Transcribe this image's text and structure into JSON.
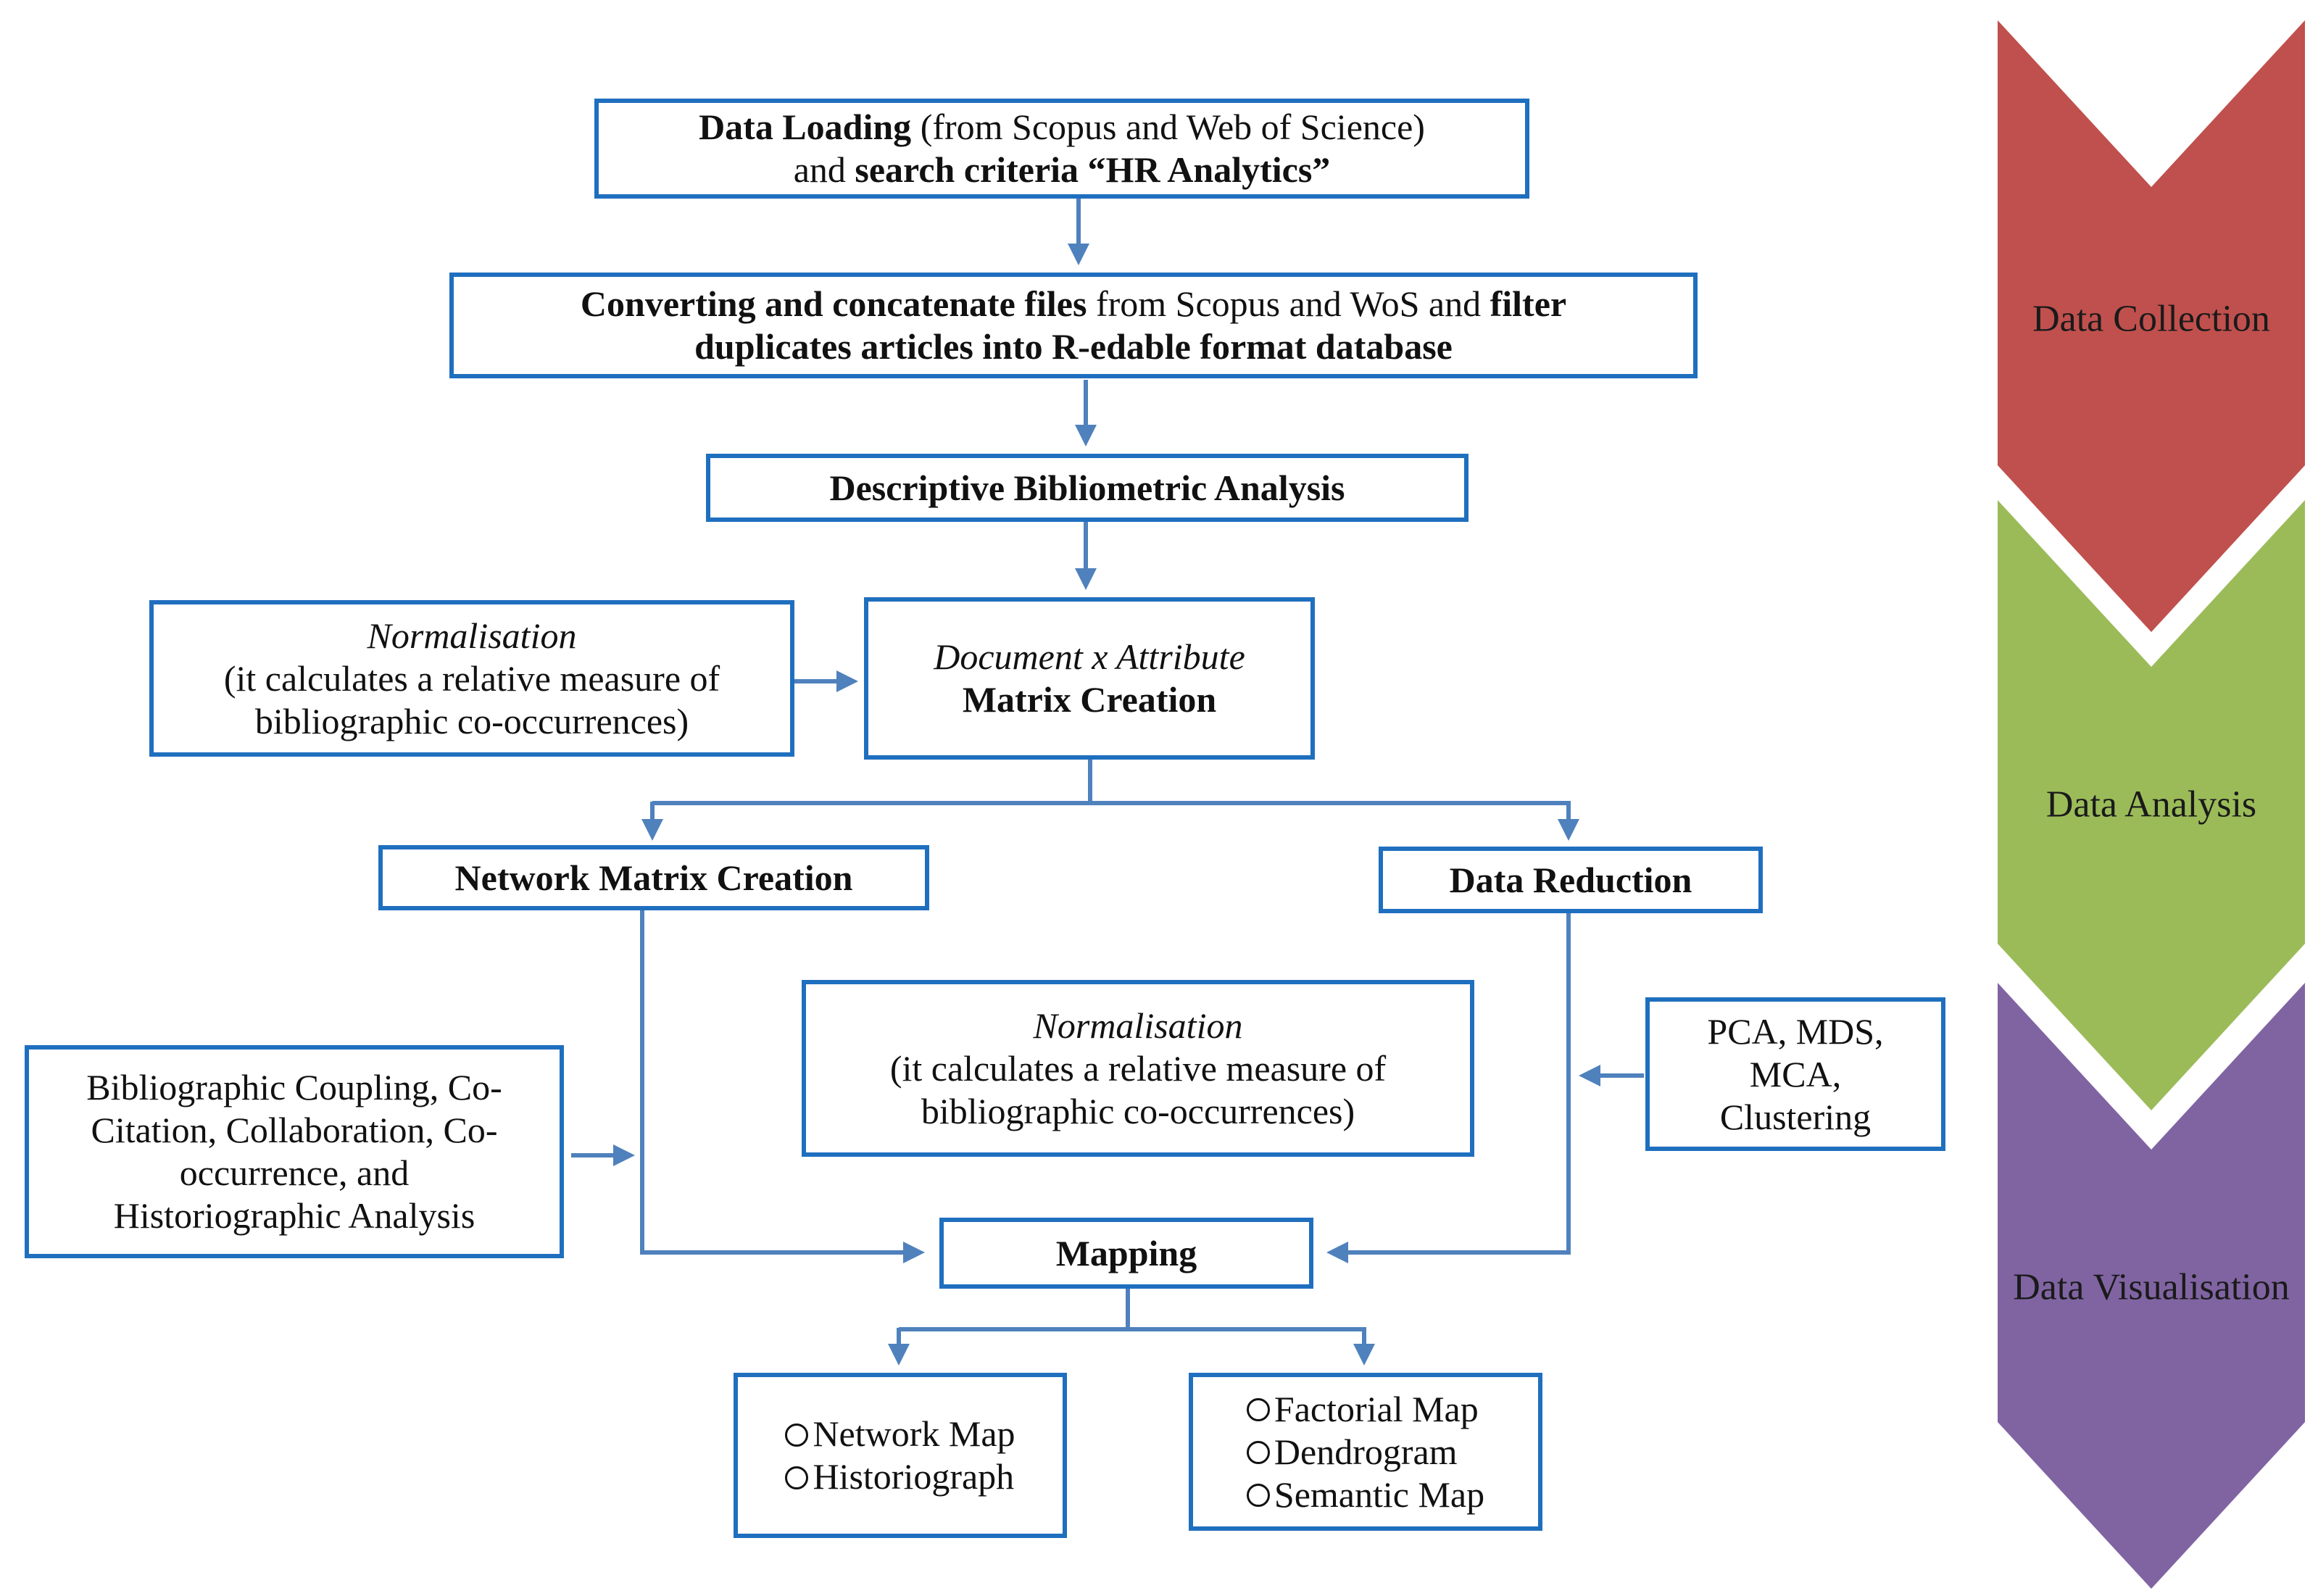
{
  "boxes": {
    "data_loading": {
      "l1_bold": "Data Loading",
      "l1_rest": " (from Scopus and Web of Science)",
      "l2_pre": "and ",
      "l2_bold": "search criteria “HR Analytics”"
    },
    "converting": {
      "l1_b1": "Converting and concatenate files",
      "l1_mid": " from Scopus and WoS and ",
      "l1_b2": "filter",
      "l2_bold": "duplicates articles into R-edable  format database"
    },
    "descriptive": {
      "label": "Descriptive  Bibliometric Analysis"
    },
    "normalisation_left": {
      "title": "Normalisation",
      "line1": "(it calculates a relative measure of",
      "line2": "bibliographic co-occurrences)"
    },
    "matrix": {
      "title": "Document x Attribute",
      "label": "Matrix Creation"
    },
    "network_matrix": {
      "label": "Network Matrix Creation"
    },
    "data_reduction": {
      "label": "Data Reduction"
    },
    "normalisation_mid": {
      "title": "Normalisation",
      "line1": "(it calculates a relative measure of",
      "line2": "bibliographic co-occurrences)"
    },
    "pca": {
      "line1": "PCA, MDS,",
      "line2": "MCA,",
      "line3": "Clustering"
    },
    "biblio": {
      "line1": "Bibliographic Coupling, Co-",
      "line2": "Citation, Collaboration, Co-",
      "line3": "occurrence, and",
      "line4": "Historiographic Analysis"
    },
    "mapping": {
      "label": "Mapping"
    },
    "outputs_left": {
      "items": [
        "Network Map",
        "Historiograph"
      ]
    },
    "outputs_right": {
      "items": [
        "Factorial Map",
        "Dendrogram",
        "Semantic Map"
      ]
    }
  },
  "stages": [
    {
      "label": "Data Collection",
      "color": "#c0504d"
    },
    {
      "label": "Data Analysis",
      "color": "#9bbb59"
    },
    {
      "label": "Data Visualisation",
      "color": "#8064a2"
    }
  ],
  "colors": {
    "box_border": "#1f6fbf",
    "connector": "#4f81bd"
  }
}
